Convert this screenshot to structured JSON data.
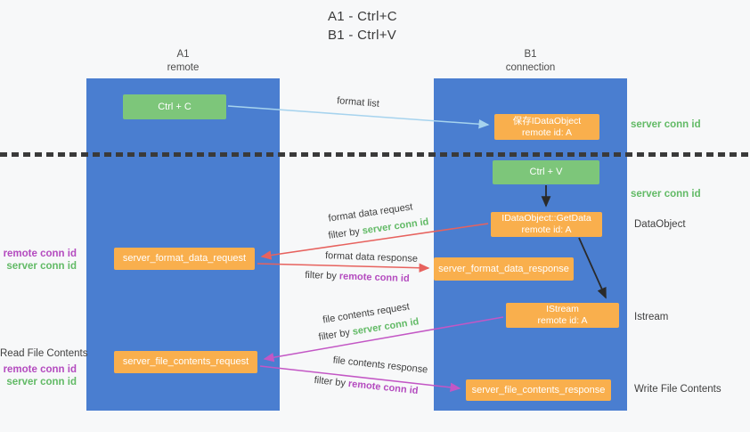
{
  "title": {
    "line1": "A1 - Ctrl+C",
    "line2": "B1 - Ctrl+V"
  },
  "lanes": {
    "left": {
      "id": "A1",
      "role": "remote"
    },
    "right": {
      "id": "B1",
      "role": "connection"
    }
  },
  "nodes": {
    "ctrl_c": {
      "label": "Ctrl + C"
    },
    "ctrl_v": {
      "label": "Ctrl + V"
    },
    "save_dataobject": {
      "line1": "保存IDataObject",
      "line2": "remote id: A"
    },
    "getdata": {
      "line1": "IDataObject::GetData",
      "line2": "remote id: A"
    },
    "format_request": {
      "label": "server_format_data_request"
    },
    "format_response": {
      "label": "server_format_data_response"
    },
    "istream": {
      "line1": "IStream",
      "line2": "remote id: A"
    },
    "file_request": {
      "label": "server_file_contents_request"
    },
    "file_response": {
      "label": "server_file_contents_response"
    }
  },
  "arrow_labels": {
    "format_list": "format list",
    "format_data_request": "format data request",
    "format_data_request_filter": {
      "prefix": "filter by ",
      "value": "server conn id"
    },
    "format_data_response": "format data response",
    "format_data_response_filter": {
      "prefix": "filter by ",
      "value": "remote conn id"
    },
    "file_contents_request": "file contents request",
    "file_contents_request_filter": {
      "prefix": "filter by ",
      "value": "server conn id"
    },
    "file_contents_response": "file contents response",
    "file_contents_response_filter": {
      "prefix": "filter by ",
      "value": "remote conn id"
    }
  },
  "side_labels": {
    "right_server_conn_id_1": "server conn id",
    "right_server_conn_id_2": "server conn id",
    "dataobject": "DataObject",
    "istream": "Istream",
    "write_file_contents": "Write File Contents",
    "read_file_contents": "Read File Contents",
    "left_remote_conn_id_1": "remote conn id",
    "left_server_conn_id_1": "server conn id",
    "left_remote_conn_id_2": "remote conn id",
    "left_server_conn_id_2": "server conn id"
  },
  "colors": {
    "lane_blue": "#4a7ed0",
    "node_green": "#7dc67a",
    "node_orange": "#f9af4d",
    "arrow_lightblue": "#a6d3ee",
    "arrow_red": "#e7625e",
    "arrow_magenta": "#c357c5",
    "arrow_black": "#2a2a2a",
    "text_green": "#62ba66",
    "text_purple": "#b44bbf",
    "text_dark": "#404040"
  }
}
